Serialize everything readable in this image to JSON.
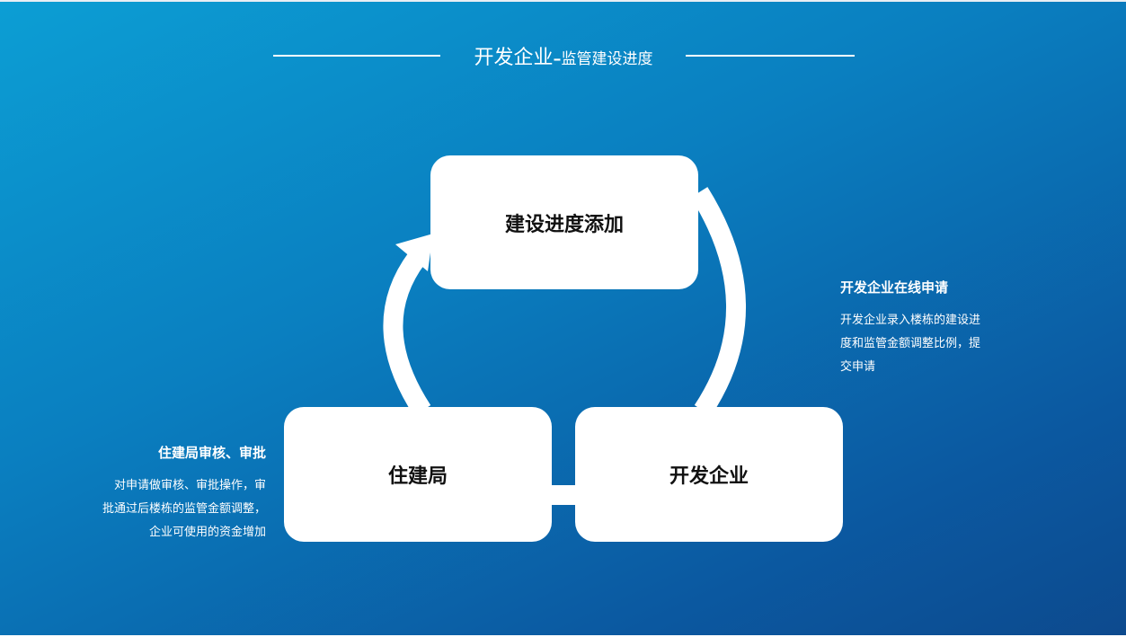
{
  "title": {
    "main": "开发企业",
    "separator": "–",
    "sub": "监管建设进度"
  },
  "nodes": {
    "top": "建设进度添加",
    "left": "住建局",
    "right": "开发企业"
  },
  "annotations": {
    "right": {
      "heading": "开发企业在线申请",
      "lines": [
        "开发企业录入楼栋的建设进",
        "度和监管金额调整比例，提",
        "交申请"
      ]
    },
    "left": {
      "heading": "住建局审核、审批",
      "lines": [
        "对申请做审核、审批操作，审",
        "批通过后楼栋的监管金额调整，",
        "企业可使用的资金增加"
      ]
    }
  },
  "colors": {
    "background_start": "#0c9ed4",
    "background_end": "#0d4a8e",
    "foreground": "#ffffff"
  }
}
